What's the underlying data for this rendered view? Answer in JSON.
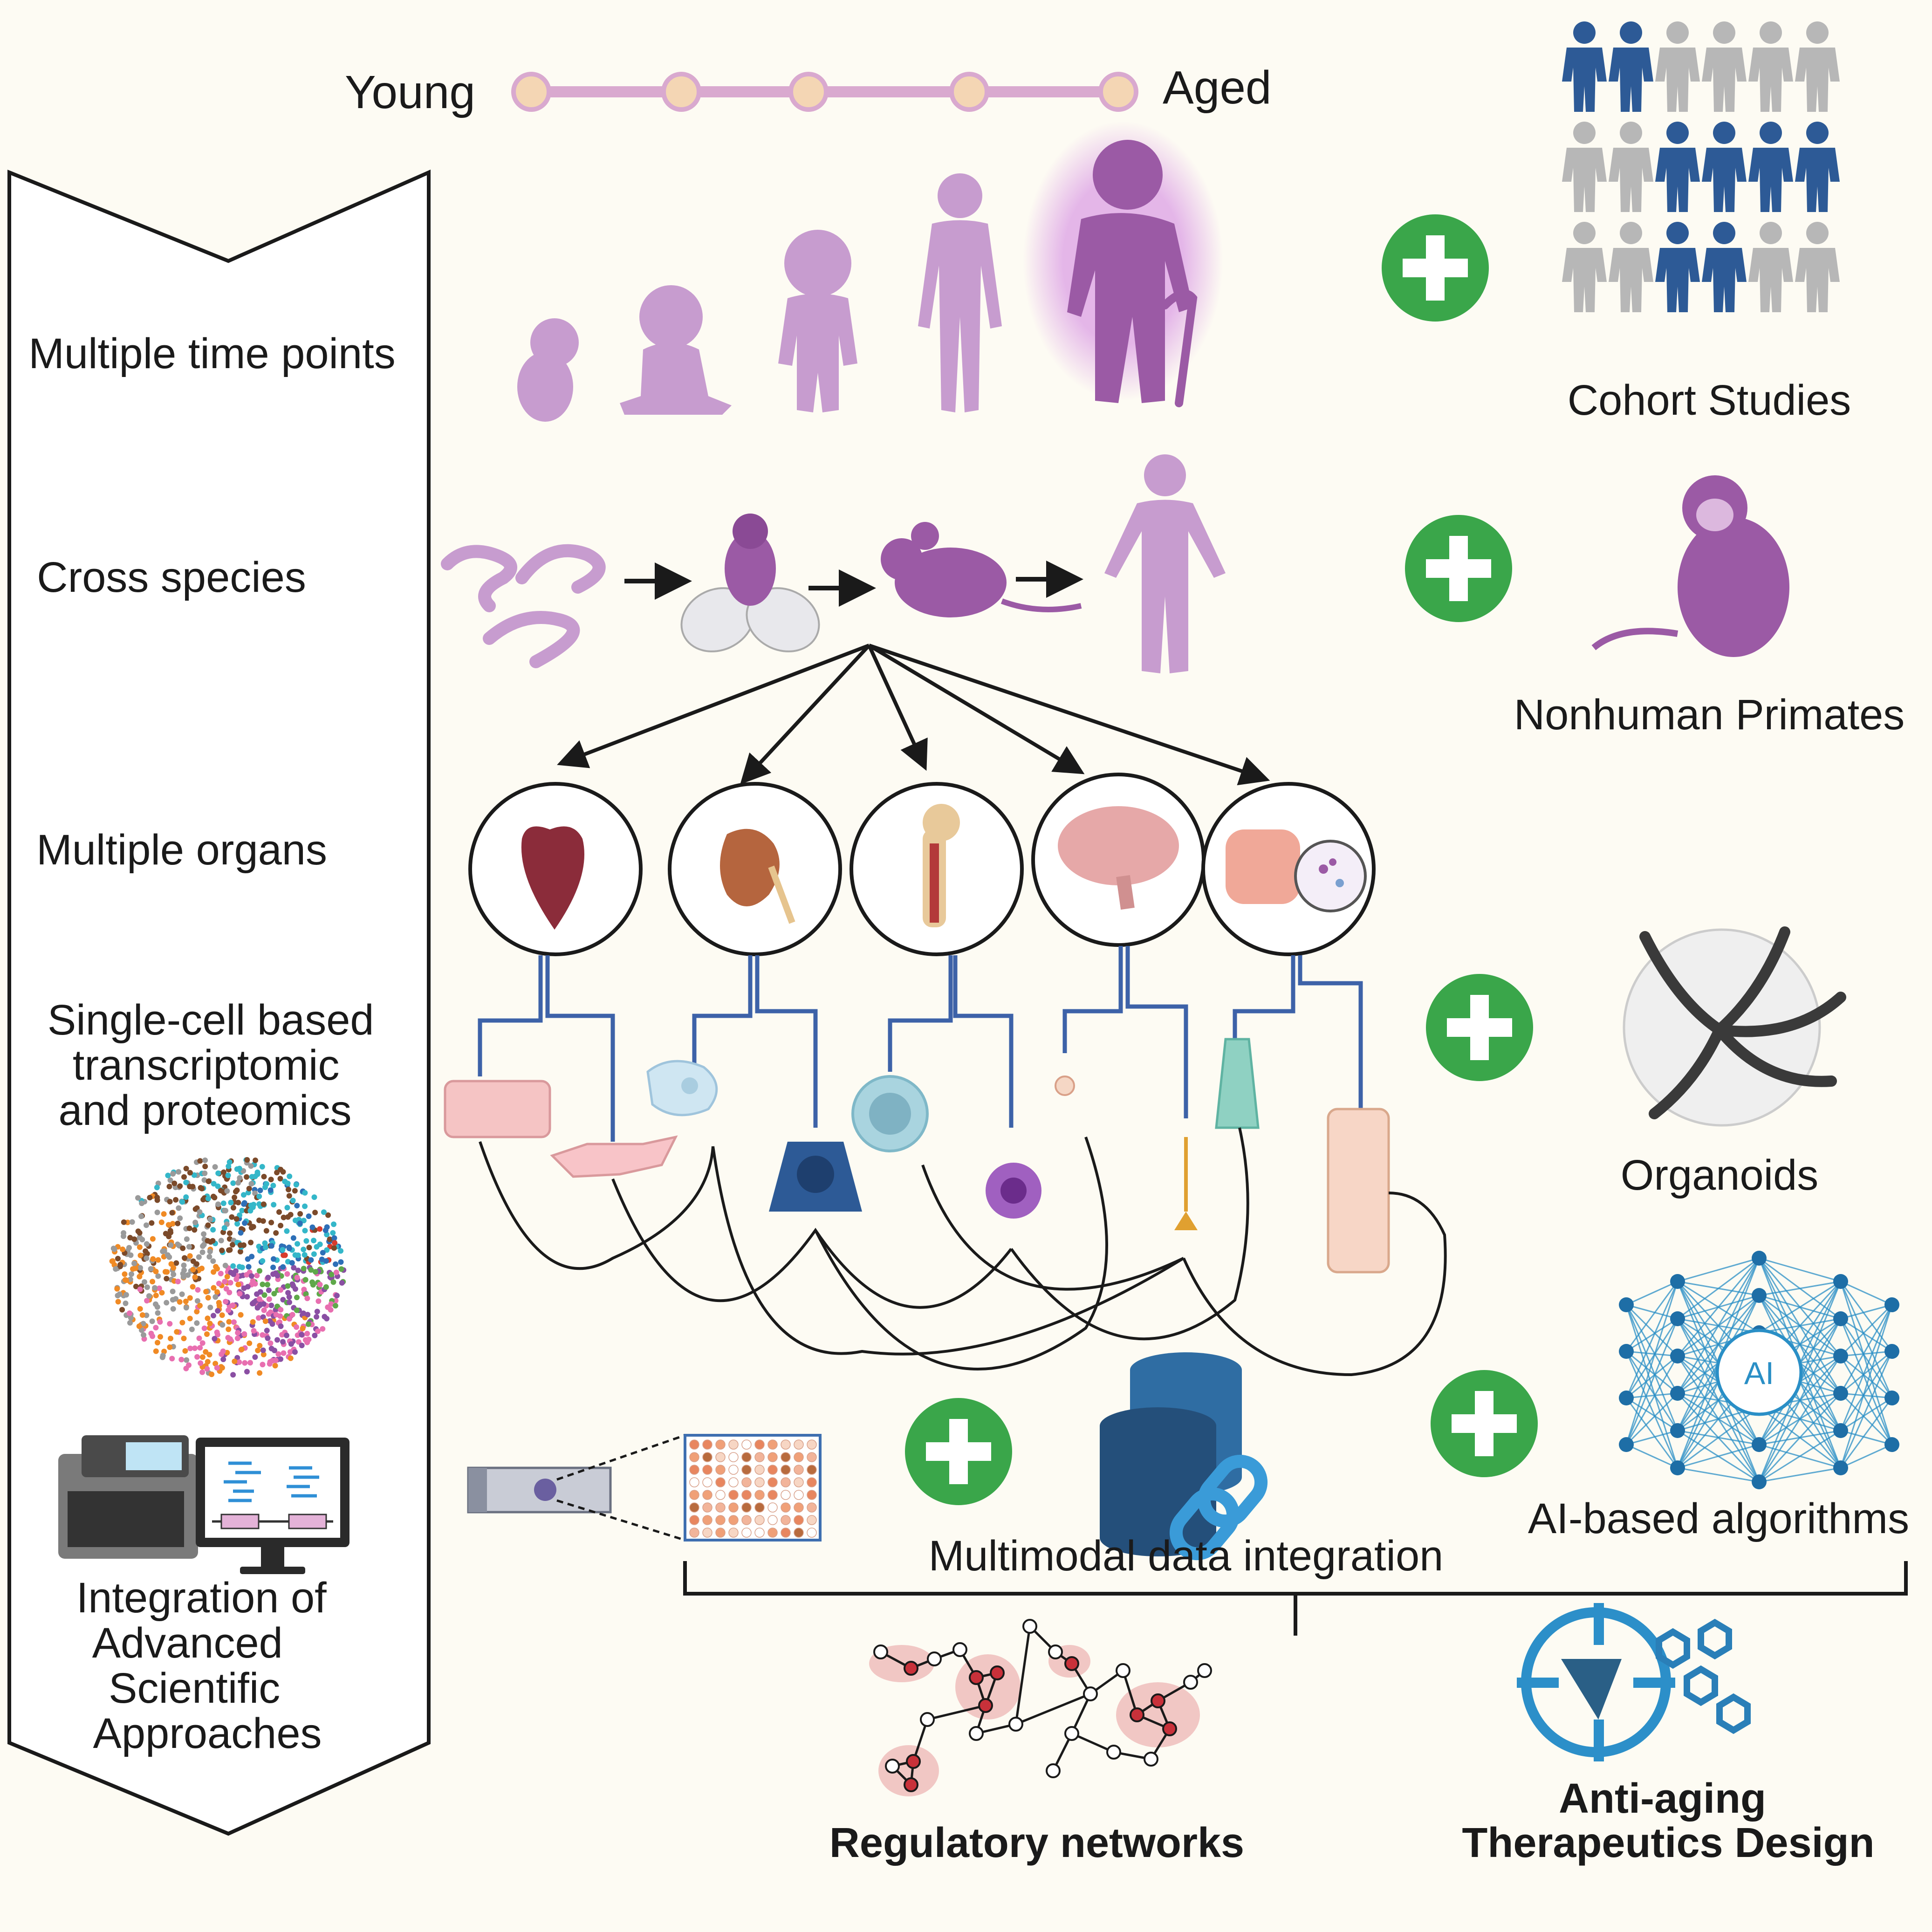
{
  "timeline": {
    "start_label": "Young",
    "end_label": "Aged"
  },
  "steps": [
    {
      "label_lines": [
        "Multiple time points"
      ]
    },
    {
      "label_lines": [
        "Cross species"
      ]
    },
    {
      "label_lines": [
        "Multiple organs"
      ]
    },
    {
      "label_lines": [
        "Single-cell based",
        "transcriptomic",
        "and proteomics"
      ]
    },
    {
      "label_lines": [
        "Integration of",
        "Advanced",
        "Scientific",
        "Approaches"
      ]
    }
  ],
  "additions": {
    "cohort": "Cohort Studies",
    "primates": "Nonhuman Primates",
    "organoids": "Organoids",
    "ai": "AI-based algorithms",
    "ai_badge": "AI",
    "multimodal": "Multimodal data integration"
  },
  "outputs": {
    "networks": "Regulatory networks",
    "therapeutics_lines": [
      "Anti-aging",
      "Therapeutics Design"
    ]
  },
  "organs": [
    "heart-icon",
    "kidney-icon",
    "bone-icon",
    "brain-icon",
    "intestine-microbiome-icon"
  ],
  "colors": {
    "purple": "#9b5aa5",
    "purple_light": "#c79ccf",
    "timeline": "#d9a9cf",
    "timeline_dot": "#f4d6b4",
    "plus_green": "#3aa64a",
    "blue_dark": "#2d5a96",
    "grey": "#b7b7b7",
    "tree_blue": "#3d62a8",
    "network_node": "#c8313a",
    "therapy_blue": "#2c8fc9",
    "db_blue": "#2f6da3"
  }
}
